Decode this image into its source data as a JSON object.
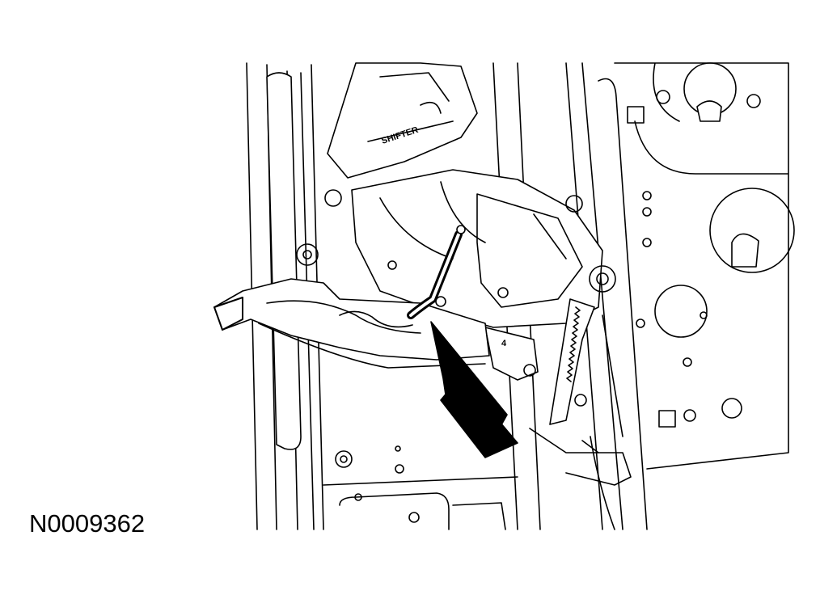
{
  "figure": {
    "id_label": "N0009362",
    "stamp_text": "SHIFTER",
    "marker_digit": "4"
  },
  "colors": {
    "line": "#000000",
    "background": "#ffffff",
    "arrow": "#000000"
  },
  "icons": {
    "callout_arrow": "arrow-up-left-icon"
  }
}
